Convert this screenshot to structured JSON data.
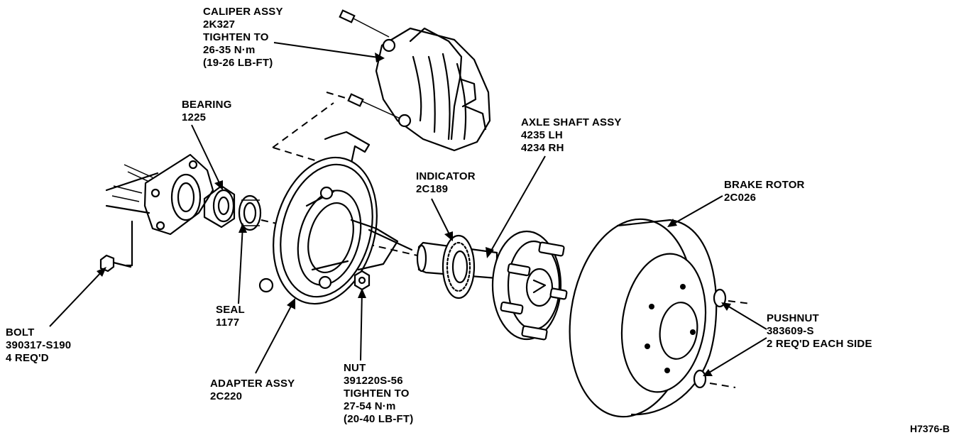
{
  "labels": {
    "caliper": [
      "CALIPER ASSY",
      "2K327",
      "TIGHTEN TO",
      "26-35 N·m",
      "(19-26 LB-FT)"
    ],
    "bearing": [
      "BEARING",
      "1225"
    ],
    "axle": [
      "AXLE SHAFT ASSY",
      "4235 LH",
      "4234 RH"
    ],
    "indicator": [
      "INDICATOR",
      "2C189"
    ],
    "rotor": [
      "BRAKE ROTOR",
      "2C026"
    ],
    "seal": [
      "SEAL",
      "1177"
    ],
    "bolt": [
      "BOLT",
      "390317-S190",
      "4 REQ'D"
    ],
    "adapter": [
      "ADAPTER ASSY",
      "2C220"
    ],
    "nut": [
      "NUT",
      "391220S-56",
      "TIGHTEN TO",
      "27-54 N·m",
      "(20-40 LB-FT)"
    ],
    "pushnut": [
      "PUSHNUT",
      "383609-S",
      "2 REQ'D EACH SIDE"
    ]
  },
  "figure_id": "H7376-B"
}
